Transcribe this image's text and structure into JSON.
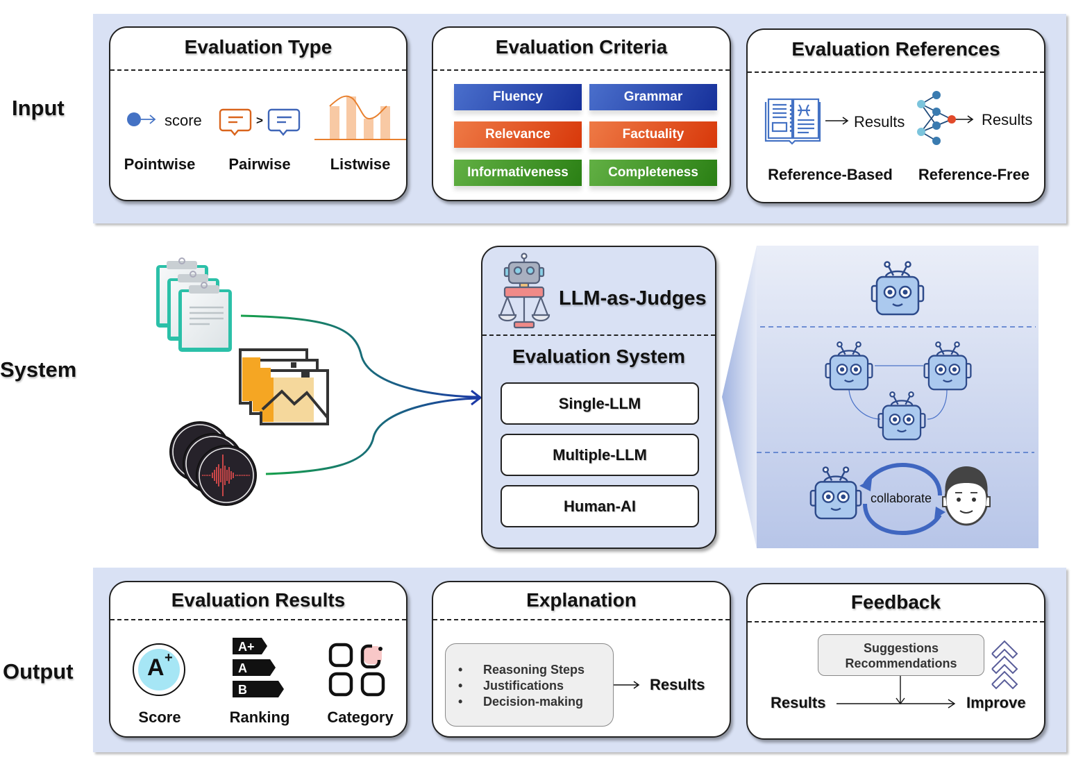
{
  "rows": {
    "input": "Input",
    "system": "System",
    "output": "Output"
  },
  "input": {
    "evaluation_type": {
      "title": "Evaluation Type",
      "score_text": "score",
      "items": [
        "Pointwise",
        "Pairwise",
        "Listwise"
      ],
      "icons": [
        "point-arrow-icon",
        "pairwise-chat-icon",
        "listwise-chart-icon"
      ],
      "colors": {
        "pointwise": "#4472c4",
        "pairwise_left": "#d9641c",
        "pairwise_right": "#3f66b8",
        "listwise": "#e8802e"
      }
    },
    "evaluation_criteria": {
      "title": "Evaluation Criteria",
      "chips": [
        {
          "label": "Fluency",
          "color": "blue"
        },
        {
          "label": "Grammar",
          "color": "blue"
        },
        {
          "label": "Relevance",
          "color": "orange"
        },
        {
          "label": "Factuality",
          "color": "orange"
        },
        {
          "label": "Informativeness",
          "color": "green"
        },
        {
          "label": "Completeness",
          "color": "green"
        }
      ]
    },
    "evaluation_references": {
      "title": "Evaluation References",
      "results_label_1": "Results",
      "results_label_2": "Results",
      "items": [
        "Reference-Based",
        "Reference-Free"
      ]
    }
  },
  "system": {
    "inputs": [
      "text-documents-icon",
      "image-stack-icon",
      "audio-wave-icon"
    ],
    "judge_title": "LLM-as-Judges",
    "eval_system_title": "Evaluation System",
    "items": [
      "Single-LLM",
      "Multiple-LLM",
      "Human-AI"
    ],
    "collaborate_label": "collaborate"
  },
  "output": {
    "evaluation_results": {
      "title": "Evaluation Results",
      "items": [
        "Score",
        "Ranking",
        "Category"
      ],
      "score_badge": "A",
      "score_badge_sup": "+",
      "ranking_levels": [
        "A+",
        "A",
        "B"
      ]
    },
    "explanation": {
      "title": "Explanation",
      "bullets": [
        "Reasoning Steps",
        "Justifications",
        "Decision-making"
      ],
      "results_label": "Results"
    },
    "feedback": {
      "title": "Feedback",
      "box_lines": [
        "Suggestions",
        "Recommendations"
      ],
      "results_label": "Results",
      "improve_label": "Improve"
    }
  }
}
